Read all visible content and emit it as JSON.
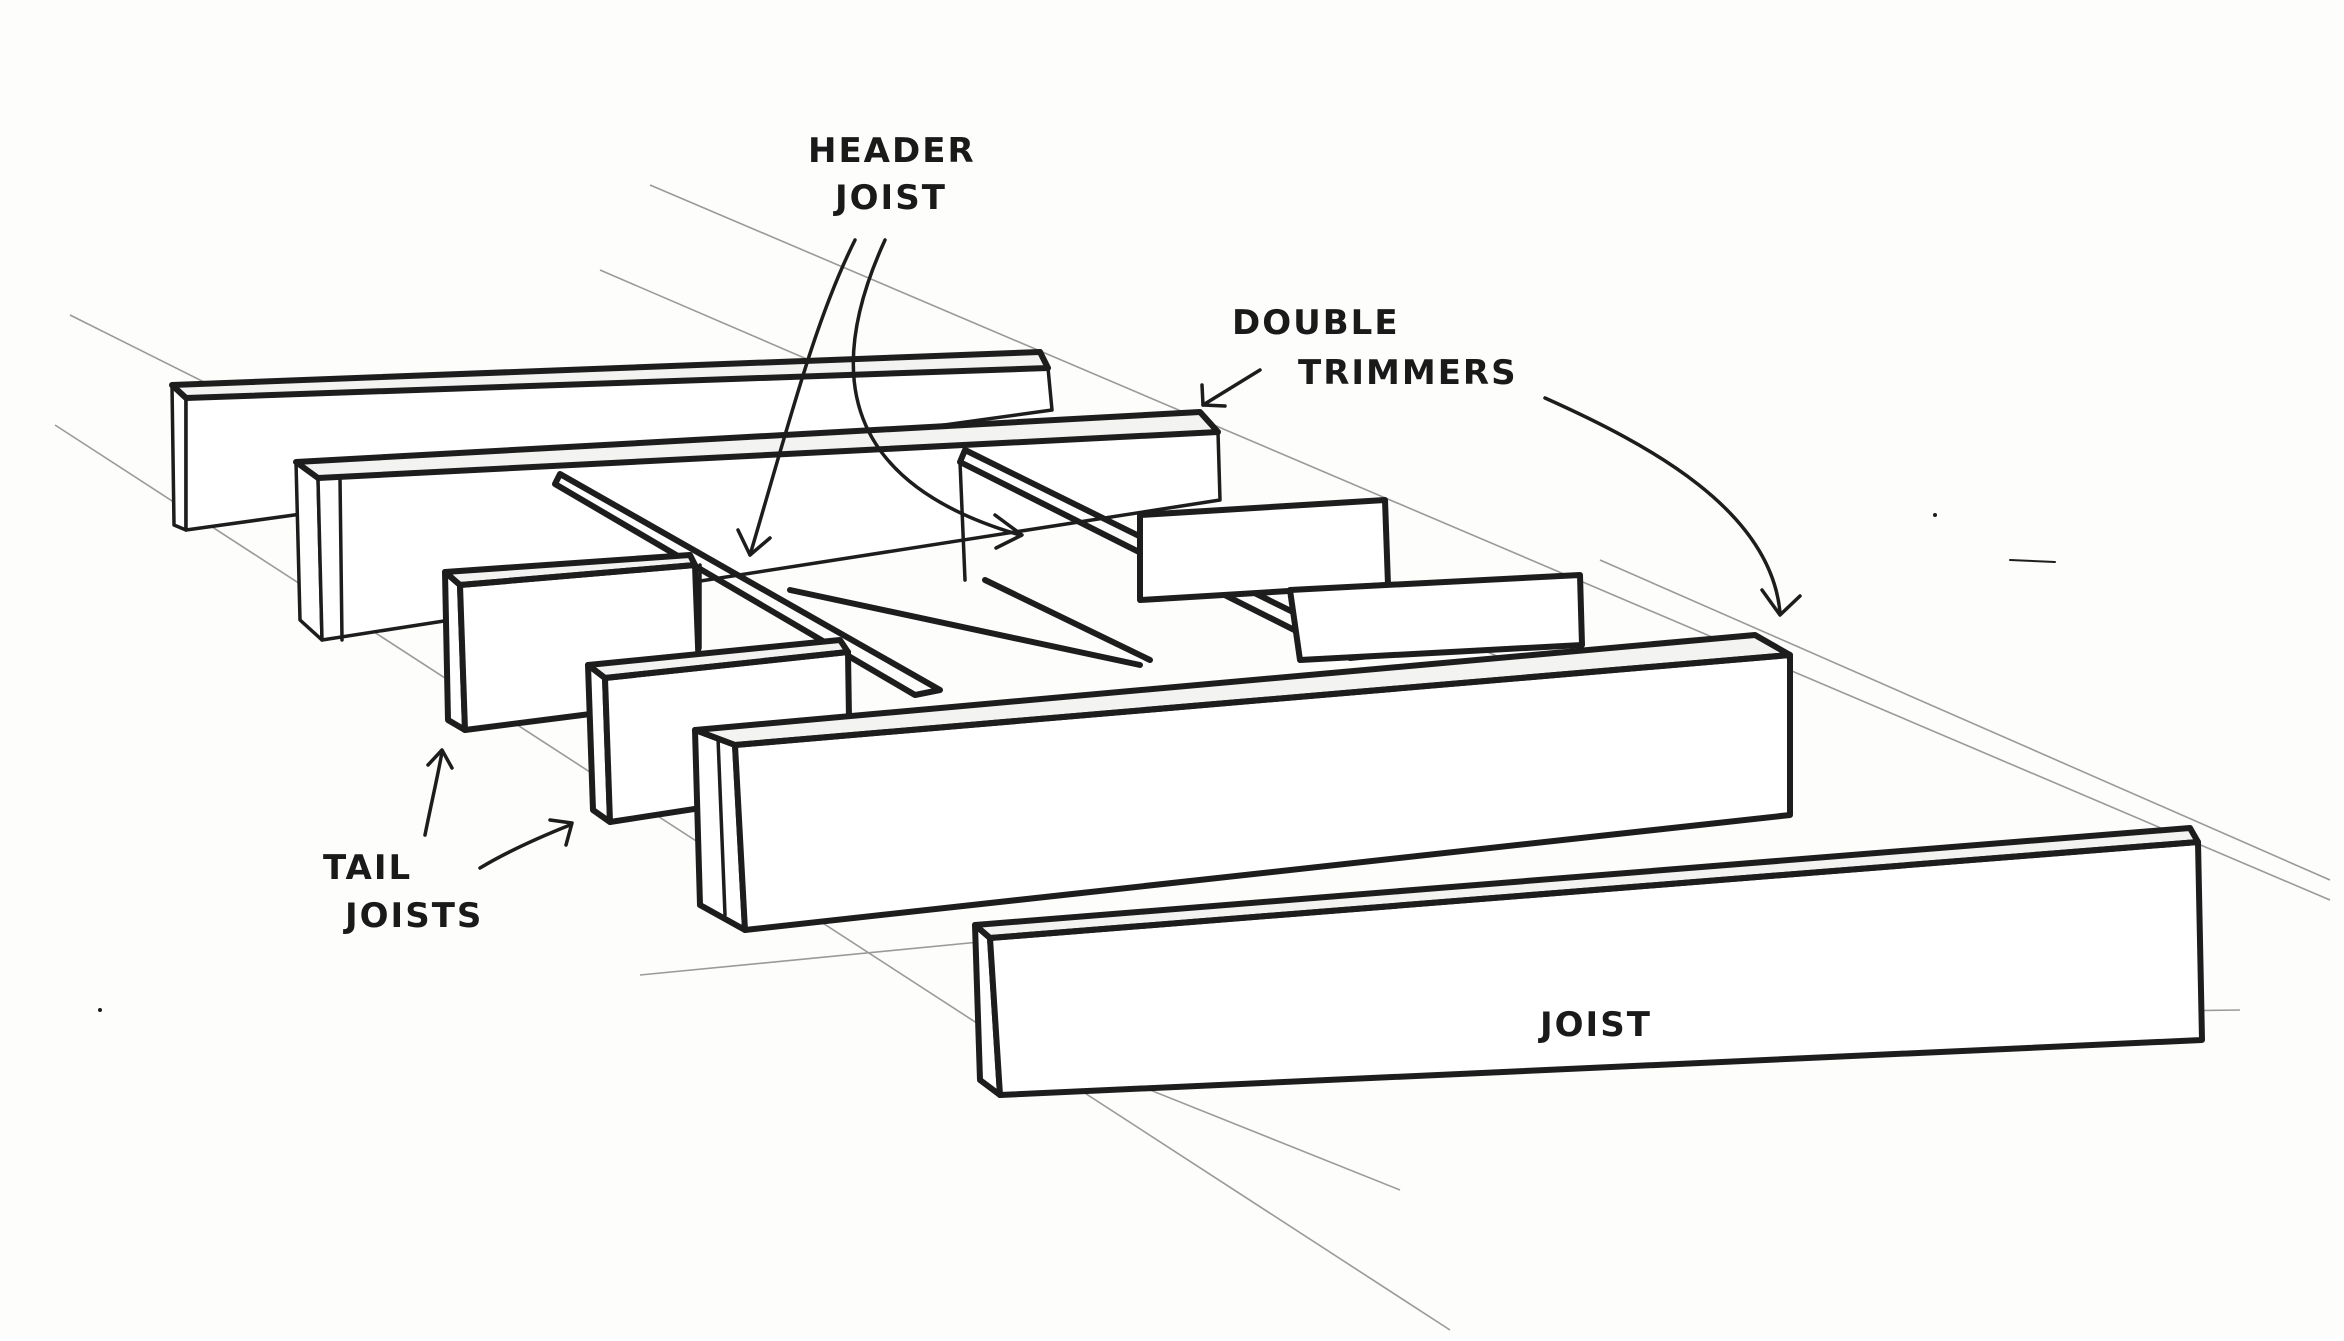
{
  "labels": {
    "header_line1": "HEADER",
    "header_line2": "JOIST",
    "trimmers_line1": "DOUBLE",
    "trimmers_line2": "TRIMMERS",
    "tail_line1": "TAIL",
    "tail_line2": "JOISTS",
    "joist": "JOIST"
  }
}
